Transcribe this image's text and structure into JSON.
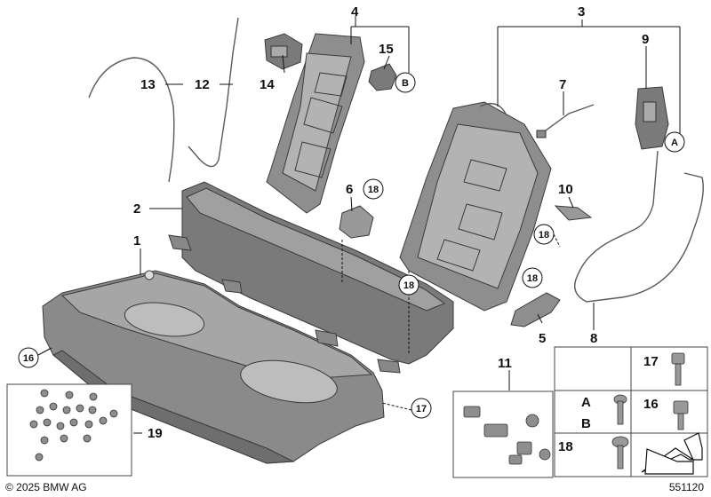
{
  "callouts": {
    "p1": "1",
    "p2": "2",
    "p3": "3",
    "p4": "4",
    "p5": "5",
    "p6": "6",
    "p7": "7",
    "p8": "8",
    "p9": "9",
    "p10": "10",
    "p11": "11",
    "p12": "12",
    "p13": "13",
    "p14": "14",
    "p15": "15",
    "c16": "16",
    "c17": "17",
    "c18a": "18",
    "c18b": "18",
    "c18c": "18",
    "c18d": "18",
    "cA": "A",
    "cB": "B",
    "p19": "19"
  },
  "legend": {
    "r17": "17",
    "rA": "A",
    "rB": "B",
    "r16": "16",
    "r18": "18"
  },
  "footer": {
    "copyright": "© 2025 BMW AG",
    "doc_number": "551120"
  },
  "colors": {
    "part_dark": "#6e6e6e",
    "part_mid": "#8c8c8c",
    "part_light": "#b4b4b4",
    "line": "#111111"
  }
}
